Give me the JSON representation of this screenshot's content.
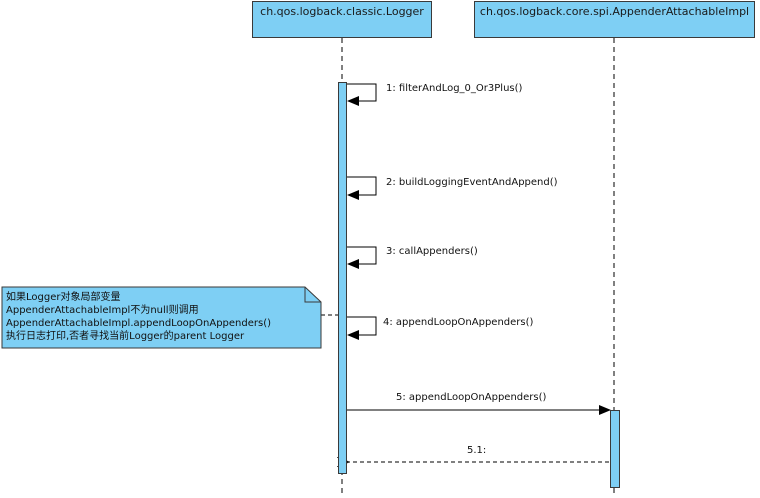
{
  "lifelines": [
    {
      "label": "ch.qos.logback.classic.Logger"
    },
    {
      "label": "ch.qos.logback.core.spi.AppenderAttachableImpl"
    }
  ],
  "messages": [
    {
      "number": "1:",
      "label": "filterAndLog_0_Or3Plus()",
      "text": "1: filterAndLog_0_Or3Plus()"
    },
    {
      "number": "2:",
      "label": "buildLoggingEventAndAppend()",
      "text": "2: buildLoggingEventAndAppend()"
    },
    {
      "number": "3:",
      "label": "callAppenders()",
      "text": "3: callAppenders()"
    },
    {
      "number": "4:",
      "label": "appendLoopOnAppenders()",
      "text": "4: appendLoopOnAppenders()"
    },
    {
      "number": "5:",
      "label": "appendLoopOnAppenders()",
      "text": "5: appendLoopOnAppenders()"
    },
    {
      "number": "5.1:",
      "label": "",
      "text": "5.1:"
    }
  ],
  "note": {
    "lines": [
      "如果Logger对象局部变量",
      "AppenderAttachableImpl不为null则调用",
      "AppenderAttachableImpl.appendLoopOnAppenders()",
      "执行日志打印,否者寻找当前Logger的parent Logger"
    ]
  },
  "colors": {
    "fill": "#7ecff4",
    "stroke": "#3a3a3a"
  }
}
